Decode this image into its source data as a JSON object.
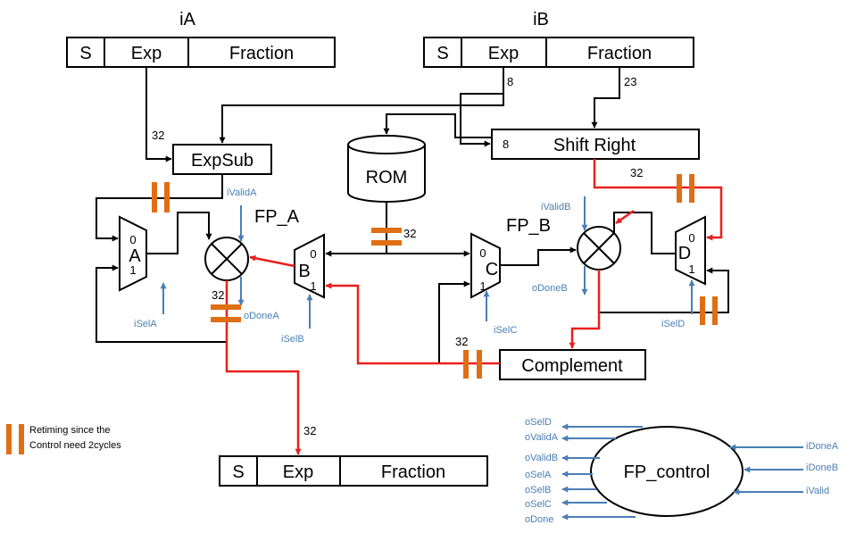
{
  "diagram": {
    "iA_title": "iA",
    "iB_title": "iB",
    "s": "S",
    "exp": "Exp",
    "fraction": "Fraction",
    "expsub": "ExpSub",
    "rom": "ROM",
    "shift_right": "Shift Right",
    "complement": "Complement",
    "fp_control": "FP_control",
    "fp_a": "FP_A",
    "fp_b": "FP_B",
    "mux_labels": [
      "A",
      "B",
      "C",
      "D"
    ],
    "in0": "0",
    "in1": "1",
    "widths": {
      "w32": "32",
      "w8": "8",
      "w23": "23"
    },
    "signals": {
      "iValidA": "iValidA",
      "iValidB": "iValidB",
      "iSelA": "iSelA",
      "iSelB": "iSelB",
      "iSelC": "iSelC",
      "iSelD": "iSelD",
      "oDoneA": "oDoneA",
      "oDoneB": "oDoneB"
    },
    "control_outputs": [
      "oSelD",
      "oValidA",
      "oValidB",
      "oSelA",
      "oSelB",
      "oSelC",
      "oDone"
    ],
    "control_inputs": [
      "iDoneA",
      "iDoneB",
      "iValid"
    ],
    "legend": [
      "Retiming since the",
      "Control need 2cycles"
    ]
  },
  "colors": {
    "black": "#000000",
    "red": "#e8201e",
    "blue": "#4a7fb5",
    "orange": "#e06e14"
  }
}
